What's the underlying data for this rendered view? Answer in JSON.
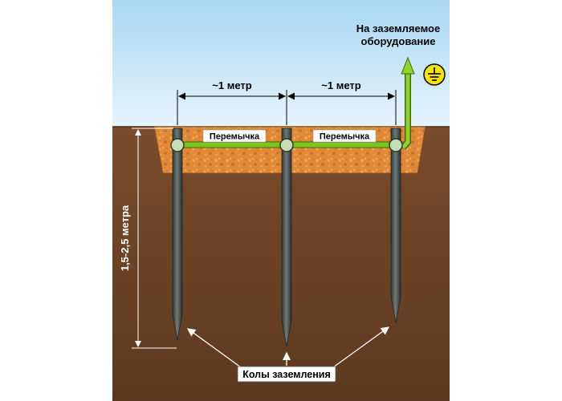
{
  "labels": {
    "equipment_line1": "На заземляемое",
    "equipment_line2": "оборудование",
    "spacing_left": "~1 метр",
    "spacing_right": "~1 метр",
    "jumper_left": "Перемычка",
    "jumper_right": "Перемычка",
    "depth": "1,5-2,5 метра",
    "rods": "Колы заземления"
  },
  "colors": {
    "sky": "#c6e6f8",
    "soil": "#6e4426",
    "trench_fill": "#e08a38",
    "conductor": "#7cc41e",
    "ground_symbol": "#f6e400",
    "rod": "#3f4a48"
  },
  "icons": {
    "ground": "ground-symbol-icon"
  }
}
